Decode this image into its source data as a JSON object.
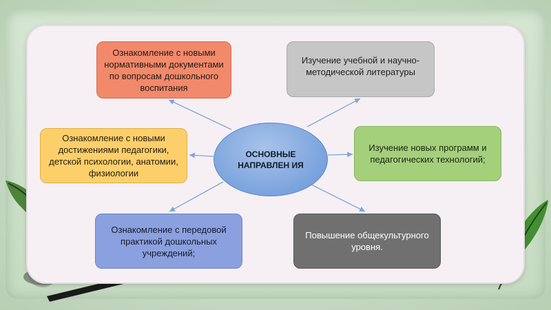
{
  "center": {
    "label": "ОСНОВНЫЕ НАПРАВЛЕН ИЯ",
    "color": "#7aa3dd"
  },
  "directions": [
    {
      "id": "b1",
      "label": "Ознакомление с новыми нормативными документами по вопросам дошкольного воспитания",
      "color": "#f2896a"
    },
    {
      "id": "b2",
      "label": "Изучение учебной и научно-методической литературы",
      "color": "#c6c6c6"
    },
    {
      "id": "b3",
      "label": "Ознакомление с новыми достижениями педагогики, детской психологии, анатомии, физиологии",
      "color": "#fccf6a"
    },
    {
      "id": "b4",
      "label": "Изучение новых программ и педагогических технологий;",
      "color": "#a4d07c"
    },
    {
      "id": "b5",
      "label": "Ознакомление с передовой практикой дошкольных учреждений;",
      "color": "#8ba0de"
    },
    {
      "id": "b6",
      "label": "Повышение общекультурного уровня.",
      "color": "#707070"
    }
  ],
  "decorations": [
    "quill-pen-left-icon",
    "quill-pen-right-icon",
    "fountain-pen-icon"
  ]
}
